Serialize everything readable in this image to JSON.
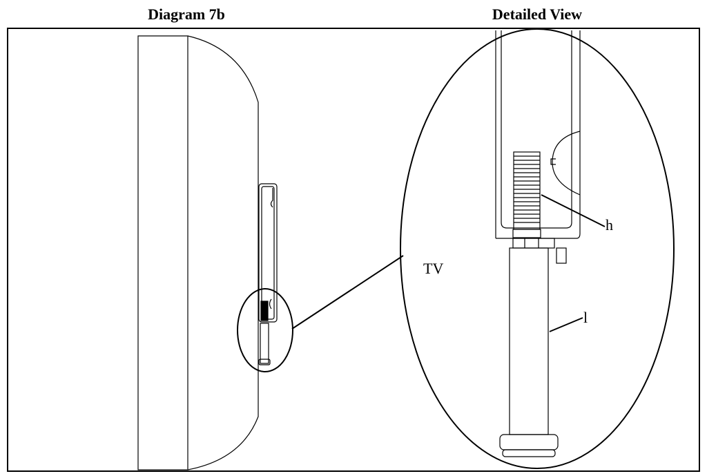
{
  "headings": {
    "left": "Diagram 7b",
    "right": "Detailed View"
  },
  "labels": {
    "tv": "TV",
    "h": "h",
    "l": "l"
  }
}
